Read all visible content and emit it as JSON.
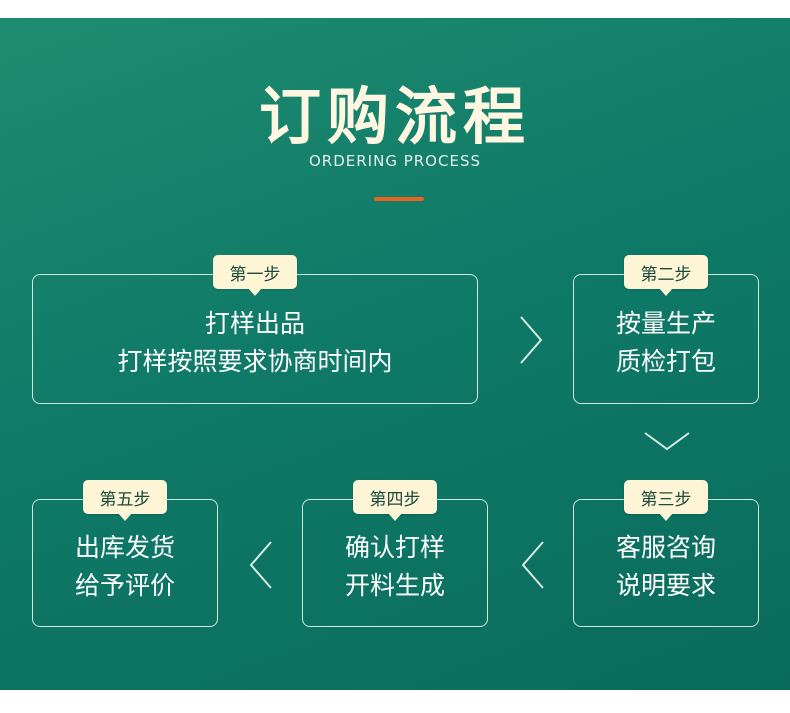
{
  "title": "订购流程",
  "subtitle": "ORDERING PROCESS",
  "colors": {
    "accent": "#e8651f",
    "badge": "#fdf5d6",
    "background": "#0f7a68"
  },
  "steps": [
    {
      "badge": "第一步",
      "line1": "打样出品",
      "line2": "打样按照要求协商时间内"
    },
    {
      "badge": "第二步",
      "line1": "按量生产",
      "line2": "质检打包"
    },
    {
      "badge": "第三步",
      "line1": "客服咨询",
      "line2": "说明要求"
    },
    {
      "badge": "第四步",
      "line1": "确认打样",
      "line2": "开料生成"
    },
    {
      "badge": "第五步",
      "line1": "出库发货",
      "line2": "给予评价"
    }
  ]
}
